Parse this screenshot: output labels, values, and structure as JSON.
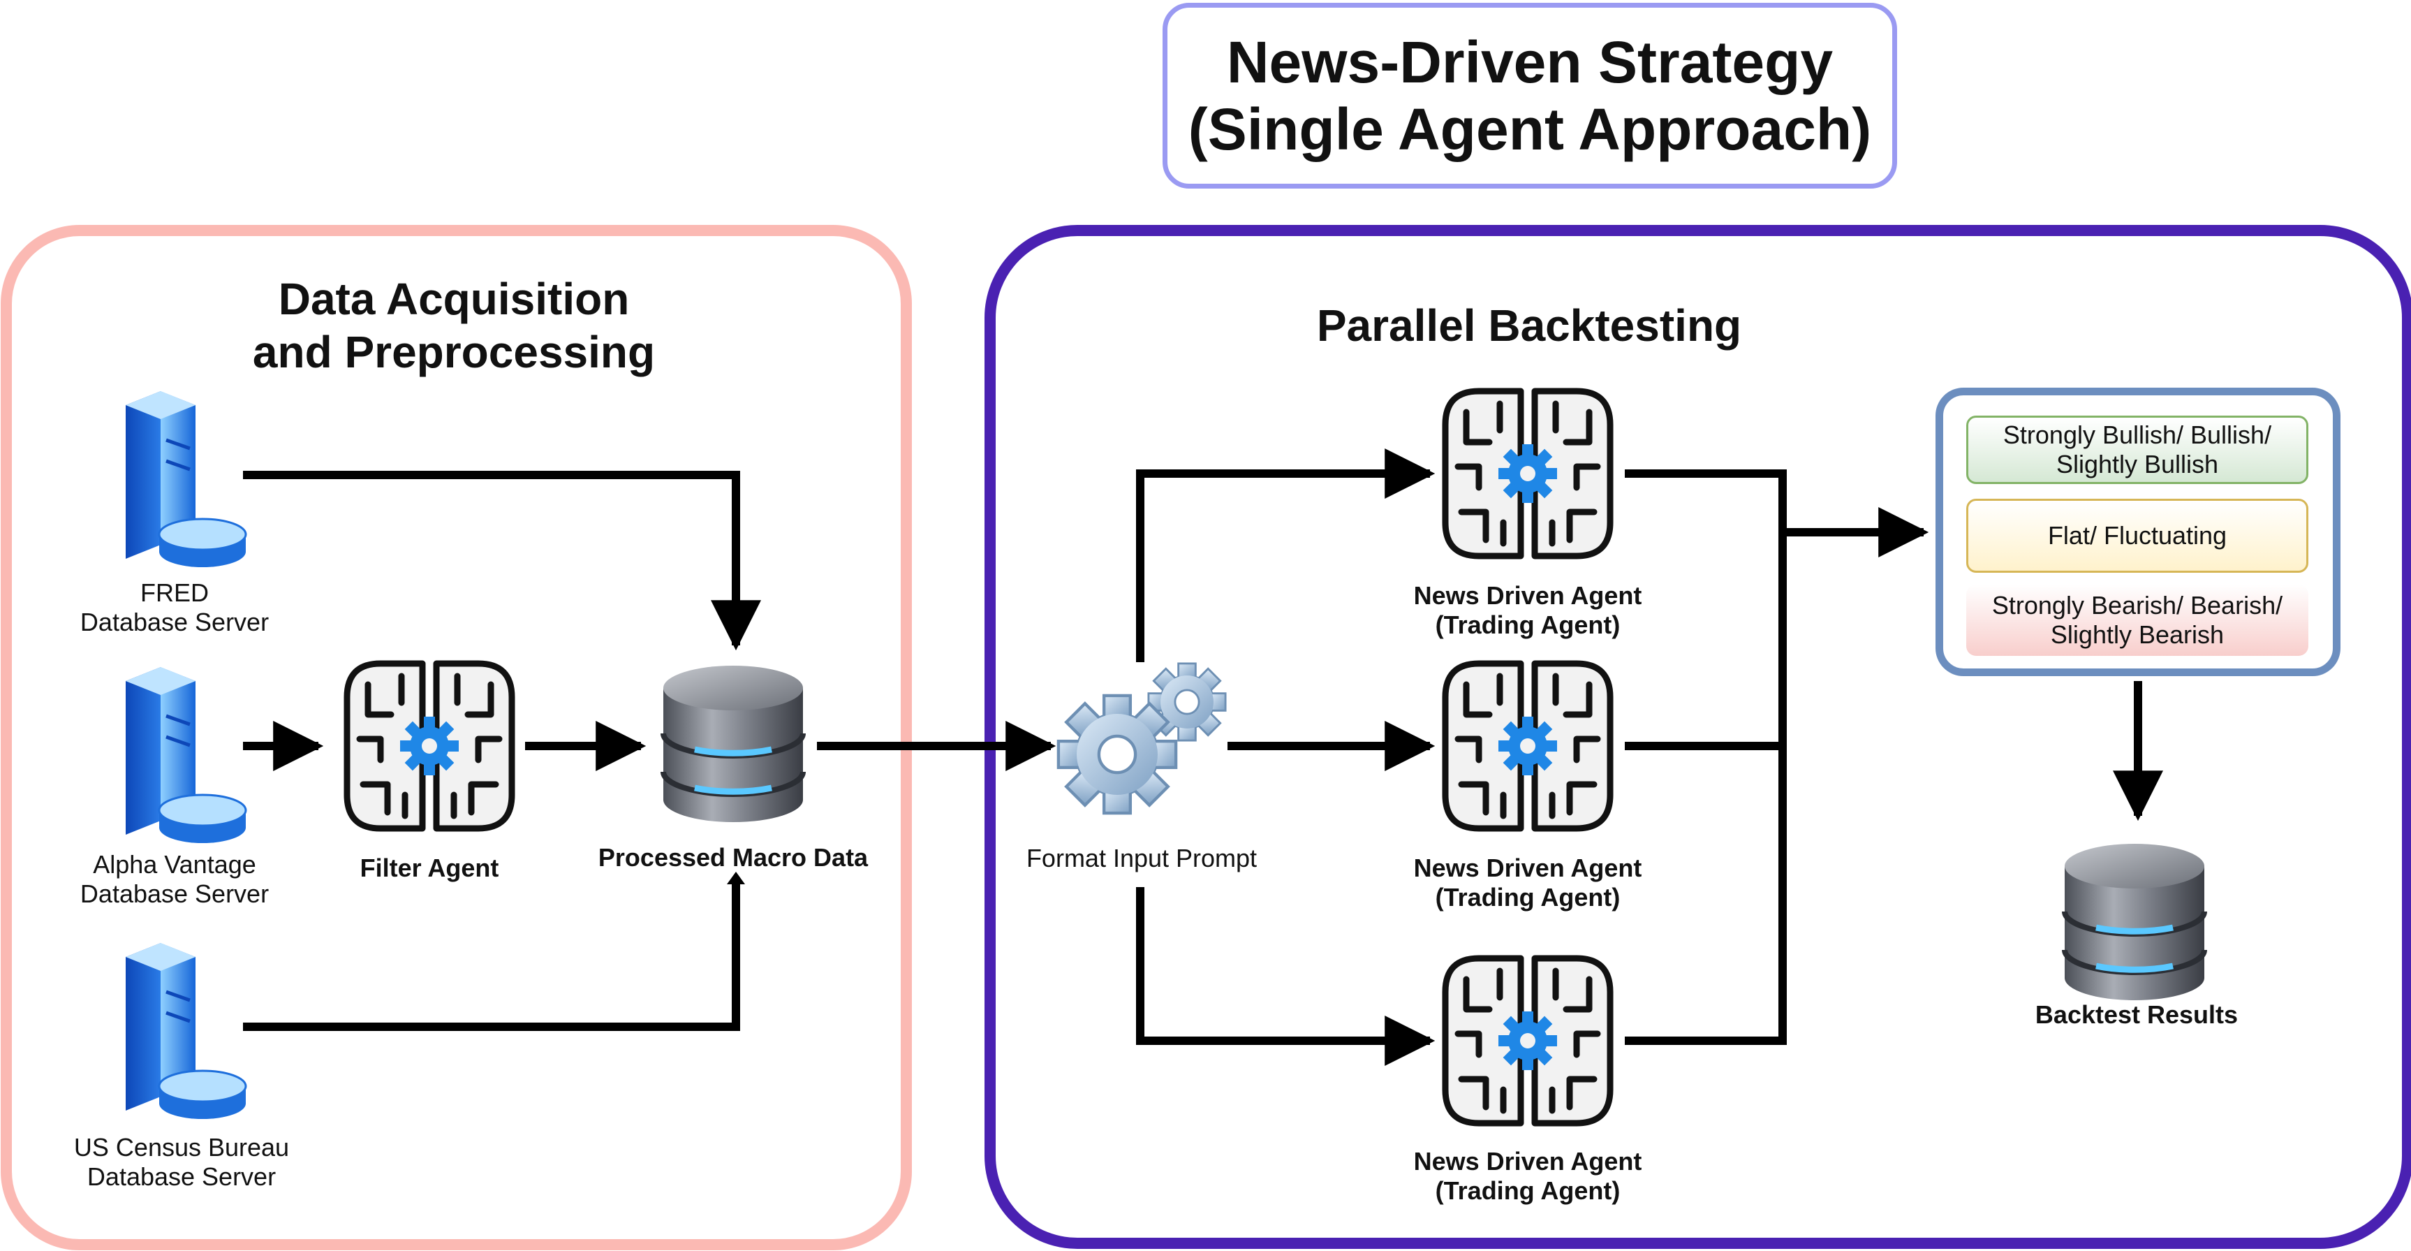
{
  "title": "News-Driven Strategy\n(Single Agent Approach)",
  "colors": {
    "left_frame": "#fbb9b3",
    "right_frame": "#4a21b2",
    "title_border": "#9a9af2",
    "result_frame": "#6c8ebf",
    "bullish_fill": "#d5e8d4",
    "flat_fill": "#fff2cc",
    "bearish_fill": "#f8cecc",
    "icon_blue": "#1f87e6"
  },
  "left_section": {
    "title": "Data Acquisition\nand Preprocessing",
    "servers": [
      {
        "label": "FRED\nDatabase Server",
        "icon": "database-server-icon"
      },
      {
        "label": "Alpha Vantage\nDatabase Server",
        "icon": "database-server-icon"
      },
      {
        "label": "US Census Bureau\nDatabase Server",
        "icon": "database-server-icon"
      }
    ],
    "filter_agent": {
      "label": "Filter Agent",
      "icon": "brain-gear-icon"
    },
    "processed_data": {
      "label": "Processed Macro Data",
      "icon": "database-icon"
    }
  },
  "right_section": {
    "title": "Parallel Backtesting",
    "format_prompt": {
      "label": "Format Input Prompt",
      "icon": "gears-icon"
    },
    "agents": [
      {
        "label": "News Driven Agent\n(Trading Agent)",
        "icon": "brain-gear-icon"
      },
      {
        "label": "News Driven Agent\n(Trading Agent)",
        "icon": "brain-gear-icon"
      },
      {
        "label": "News Driven Agent\n(Trading Agent)",
        "icon": "brain-gear-icon"
      }
    ],
    "outcomes": {
      "bullish": "Strongly Bullish/ Bullish/\nSlightly Bullish",
      "flat": "Flat/ Fluctuating",
      "bearish": "Strongly Bearish/ Bearish/\nSlightly Bearish"
    },
    "backtest_results": {
      "label": "Backtest Results",
      "icon": "database-icon"
    }
  }
}
